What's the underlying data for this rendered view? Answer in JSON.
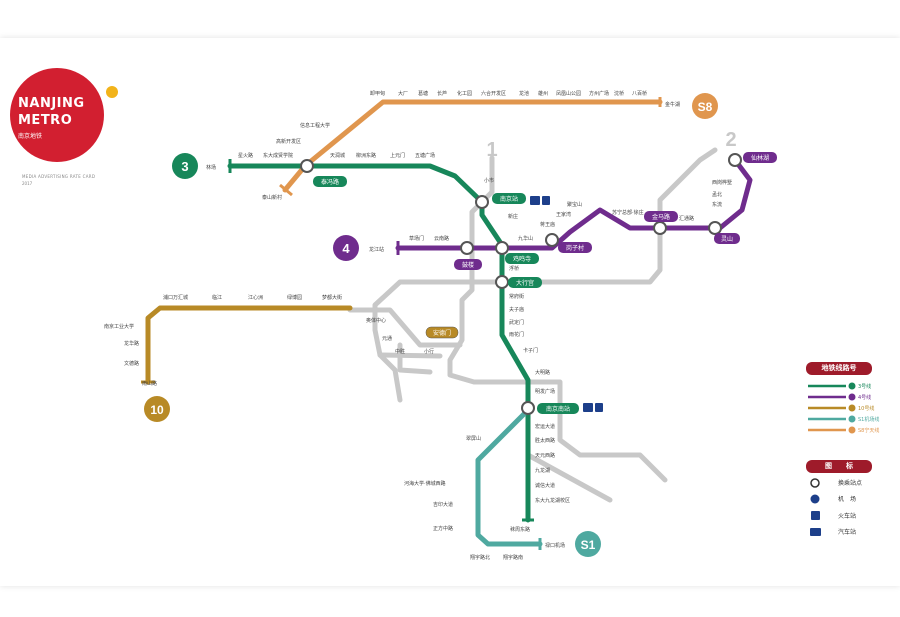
{
  "logo": {
    "line1": "NANJING",
    "line2": "METRO",
    "line3": "南京地铁",
    "caption1": "MEDIA ADVERTISING RATE CARD",
    "caption2": "2017"
  },
  "colors": {
    "line1": "#c5c5c5",
    "line2": "#c5c5c5",
    "line3": "#17875a",
    "line4": "#6f2c8d",
    "line10": "#b88a26",
    "lineS1": "#4fa9a0",
    "lineS8": "#e0964e",
    "brand": "#d21f30"
  },
  "lines": [
    {
      "id": "3",
      "label": "3",
      "color": "#17875a"
    },
    {
      "id": "4",
      "label": "4",
      "color": "#6f2c8d"
    },
    {
      "id": "10",
      "label": "10",
      "color": "#b88a26"
    },
    {
      "id": "S1",
      "label": "S1",
      "color": "#4fa9a0"
    },
    {
      "id": "S8",
      "label": "S8",
      "color": "#e0964e"
    },
    {
      "id": "1",
      "label": "1",
      "color": "#c5c5c5"
    },
    {
      "id": "2",
      "label": "2",
      "color": "#c5c5c5"
    }
  ],
  "stations": {
    "line3": [
      "林场",
      "星火路",
      "东大成贤学院",
      "泰冯路",
      "天润城",
      "柳洲东路",
      "上元门",
      "五塘广场",
      "小市",
      "南京站",
      "新庄",
      "鸡鸣寺",
      "浮桥",
      "大行宫",
      "常府街",
      "夫子庙",
      "武定门",
      "雨花门",
      "卡子门",
      "大明路",
      "明发广场",
      "南京南站",
      "宏运大道",
      "胜太西路",
      "天元西路",
      "九龙湖",
      "诚信大道",
      "东大九龙湖校区",
      "秣周东路"
    ],
    "line4": [
      "龙江站",
      "草场门",
      "云南路",
      "鼓楼",
      "鸡鸣寺",
      "九华山",
      "岗子村",
      "蒋王庙",
      "王家湾",
      "聚宝山",
      "苏宁总部·徐庄",
      "金马路",
      "汇通路",
      "灵山",
      "东流",
      "孟北",
      "西岗桦墅",
      "仙林湖"
    ],
    "line10": [
      "雨山路",
      "文德路",
      "龙华路",
      "南京工业大学",
      "浦口万汇城",
      "临江",
      "江心洲",
      "绿博园",
      "梦都大街"
    ],
    "lineS1": [
      "南京南站",
      "翠屏山",
      "河海大学·佛城西路",
      "吉印大道",
      "正方中路",
      "翔宇路北",
      "翔宇路南",
      "禄口机场"
    ],
    "lineS8": [
      "泰山新村",
      "泰冯路",
      "高新开发区",
      "信息工程大学",
      "卸甲甸",
      "大厂",
      "葛塘",
      "长芦",
      "化工园",
      "六合开发区",
      "龙池",
      "雄州",
      "凤凰山公园",
      "方州广场",
      "沈桥",
      "八百桥",
      "金牛湖"
    ],
    "grey": [
      "奥体中心",
      "元通",
      "中胜",
      "小行",
      "安德门"
    ]
  },
  "transfer_labels": [
    "泰冯路",
    "南京站",
    "鸡鸣寺",
    "大行宫",
    "鼓楼",
    "岗子村",
    "金马路",
    "灵山",
    "仙林湖",
    "安德门",
    "南京南站"
  ],
  "legend": {
    "title": "地铁线路号",
    "items": [
      {
        "label": "3号线",
        "color": "#17875a"
      },
      {
        "label": "4号线",
        "color": "#6f2c8d"
      },
      {
        "label": "10号线",
        "color": "#b88a26"
      },
      {
        "label": "S1机场线",
        "color": "#4fa9a0"
      },
      {
        "label": "S8宁天线",
        "color": "#e0964e"
      }
    ]
  },
  "icons": {
    "title": "图　　标",
    "items": [
      {
        "icon": "transfer-station-icon",
        "label": "换乘站点"
      },
      {
        "icon": "airport-icon",
        "label": "机　场"
      },
      {
        "icon": "train-station-icon",
        "label": "火车站"
      },
      {
        "icon": "bus-station-icon",
        "label": "汽车站"
      }
    ]
  }
}
